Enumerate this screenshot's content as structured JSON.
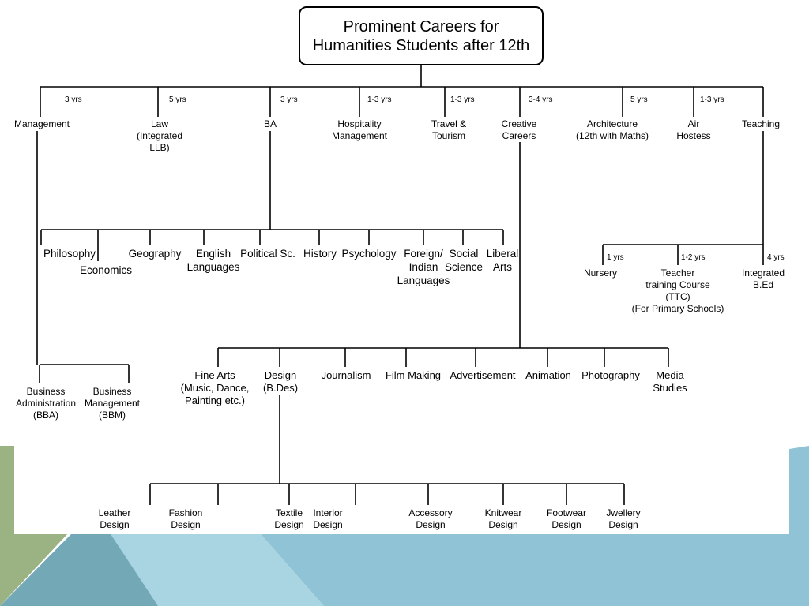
{
  "title": {
    "line1": "Prominent Careers for",
    "line2": "Humanities Students after 12th"
  },
  "main_branches": [
    {
      "key": "management",
      "lines": [
        "Management"
      ],
      "duration": "3 yrs"
    },
    {
      "key": "law",
      "lines": [
        "Law",
        "(Integrated",
        "LLB)"
      ],
      "duration": "5 yrs"
    },
    {
      "key": "ba",
      "lines": [
        "BA"
      ],
      "duration": "3 yrs"
    },
    {
      "key": "hospitality",
      "lines": [
        "Hospitality",
        "Management"
      ],
      "duration": "1-3 yrs"
    },
    {
      "key": "travel",
      "lines": [
        "Travel &",
        "Tourism"
      ],
      "duration": "1-3 yrs"
    },
    {
      "key": "creative",
      "lines": [
        "Creative",
        "Careers"
      ],
      "duration": "3-4 yrs"
    },
    {
      "key": "architecture",
      "lines": [
        "Architecture",
        "(12th with Maths)"
      ],
      "duration": "5 yrs"
    },
    {
      "key": "air",
      "lines": [
        "Air",
        "Hostess"
      ],
      "duration": "1-3 yrs"
    },
    {
      "key": "teaching",
      "lines": [
        "Teaching"
      ],
      "duration": ""
    }
  ],
  "ba_subjects": [
    {
      "key": "philosophy",
      "lines": [
        "Philosophy"
      ]
    },
    {
      "key": "economics",
      "lines": [
        "Economics"
      ]
    },
    {
      "key": "geography",
      "lines": [
        "Geography"
      ]
    },
    {
      "key": "english",
      "lines": [
        "English",
        "Languages"
      ]
    },
    {
      "key": "political",
      "lines": [
        "Political Sc."
      ]
    },
    {
      "key": "history",
      "lines": [
        "History"
      ]
    },
    {
      "key": "psychology",
      "lines": [
        "Psychology"
      ]
    },
    {
      "key": "foreign",
      "lines": [
        "Foreign/",
        "Indian",
        "Languages"
      ]
    },
    {
      "key": "social",
      "lines": [
        "Social",
        "Science"
      ]
    },
    {
      "key": "liberal",
      "lines": [
        "Liberal",
        "Arts"
      ]
    }
  ],
  "teaching_options": [
    {
      "key": "nursery",
      "lines": [
        "Nursery"
      ],
      "duration": "1 yrs"
    },
    {
      "key": "ttc",
      "lines": [
        "Teacher",
        "training Course",
        "(TTC)",
        "(For Primary Schools)"
      ],
      "duration": "1-2  yrs"
    },
    {
      "key": "bed",
      "lines": [
        "Integrated",
        "B.Ed"
      ],
      "duration": "4  yrs"
    }
  ],
  "management_options": [
    {
      "key": "bba",
      "lines": [
        "Business",
        "Administration",
        "(BBA)"
      ]
    },
    {
      "key": "bbm",
      "lines": [
        "Business",
        "Management",
        "(BBM)"
      ]
    }
  ],
  "creative_options": [
    {
      "key": "finearts",
      "lines": [
        "Fine Arts",
        "(Music, Dance,",
        "Painting etc.)"
      ]
    },
    {
      "key": "design",
      "lines": [
        "Design",
        "(B.Des)"
      ]
    },
    {
      "key": "journalism",
      "lines": [
        "Journalism"
      ]
    },
    {
      "key": "film",
      "lines": [
        "Film Making"
      ]
    },
    {
      "key": "advertisement",
      "lines": [
        "Advertisement"
      ]
    },
    {
      "key": "animation",
      "lines": [
        "Animation"
      ]
    },
    {
      "key": "photography",
      "lines": [
        "Photography"
      ]
    },
    {
      "key": "media",
      "lines": [
        "Media",
        "Studies"
      ]
    }
  ],
  "design_options": [
    {
      "key": "leather",
      "lines": [
        "Leather",
        "Design"
      ]
    },
    {
      "key": "fashion",
      "lines": [
        "Fashion",
        "Design"
      ]
    },
    {
      "key": "textile",
      "lines": [
        "Textile",
        "Design"
      ]
    },
    {
      "key": "interior",
      "lines": [
        "Interior",
        "Design"
      ]
    },
    {
      "key": "accessory",
      "lines": [
        "Accessory",
        "Design"
      ]
    },
    {
      "key": "knitwear",
      "lines": [
        "Knitwear",
        "Design"
      ]
    },
    {
      "key": "footwear",
      "lines": [
        "Footwear",
        "Design"
      ]
    },
    {
      "key": "jwellery",
      "lines": [
        "Jwellery",
        "Design"
      ]
    }
  ],
  "colors": {
    "green": "#9bb383",
    "teal": "#73a8b6",
    "light_blue": "#9ccbdb",
    "ink": "#000000"
  }
}
